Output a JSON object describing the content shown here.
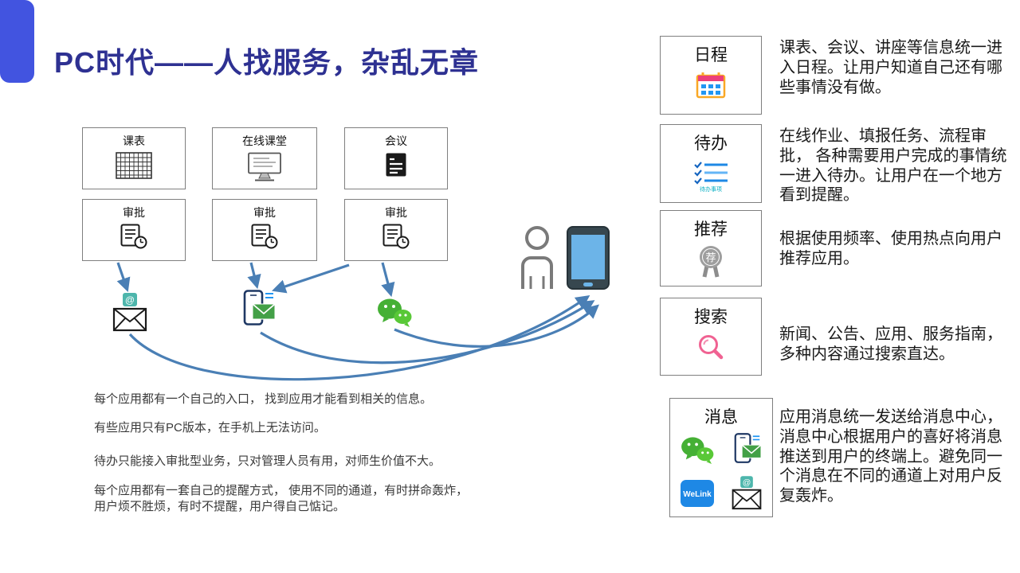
{
  "slide": {
    "title": "PC时代——人找服务，杂乱无章"
  },
  "diagram": {
    "apps": [
      {
        "label": "课表"
      },
      {
        "label": "在线课堂"
      },
      {
        "label": "会议"
      },
      {
        "label": "审批"
      },
      {
        "label": "审批"
      },
      {
        "label": "审批"
      }
    ],
    "channels": [
      "email",
      "sms",
      "wechat"
    ],
    "notes": [
      "每个应用都有一个自己的入口， 找到应用才能看到相关的信息。",
      "有些应用只有PC版本，在手机上无法访问。",
      "待办只能接入审批型业务，只对管理人员有用，对师生价值不大。",
      "每个应用都有一套自己的提醒方式， 使用不同的通道，有时拼命轰炸，用户烦不胜烦，有时不提醒，用户得自己惦记。"
    ]
  },
  "features": [
    {
      "label": "日程",
      "description": "课表、会议、讲座等信息统一进入日程。让用户知道自己还有哪些事情没有做。"
    },
    {
      "label": "待办",
      "description": "在线作业、填报任务、流程审批， 各种需要用户完成的事情统一进入待办。让用户在一个地方看到提醒。"
    },
    {
      "label": "推荐",
      "description": "根据使用频率、使用热点向用户推荐应用。"
    },
    {
      "label": "搜索",
      "description": "新闻、公告、应用、服务指南，多种内容通过搜索直达。"
    },
    {
      "label": "消息",
      "description": "应用消息统一发送给消息中心，消息中心根据用户的喜好将消息推送到用户的终端上。避免同一个消息在不同的通道上对用户反复轰炸。"
    }
  ],
  "icons": {
    "email_at": "@",
    "welink_label": "WeLink",
    "recommend_badge_text": "荐",
    "todo_caption": "待办事项"
  },
  "colors": {
    "accent": "#4254e0",
    "title": "#2e3192",
    "arrow": "#4a7fb5",
    "wechat_green": "#45b035",
    "welink_blue": "#1e88e5",
    "box_border": "#7f7f7f"
  }
}
